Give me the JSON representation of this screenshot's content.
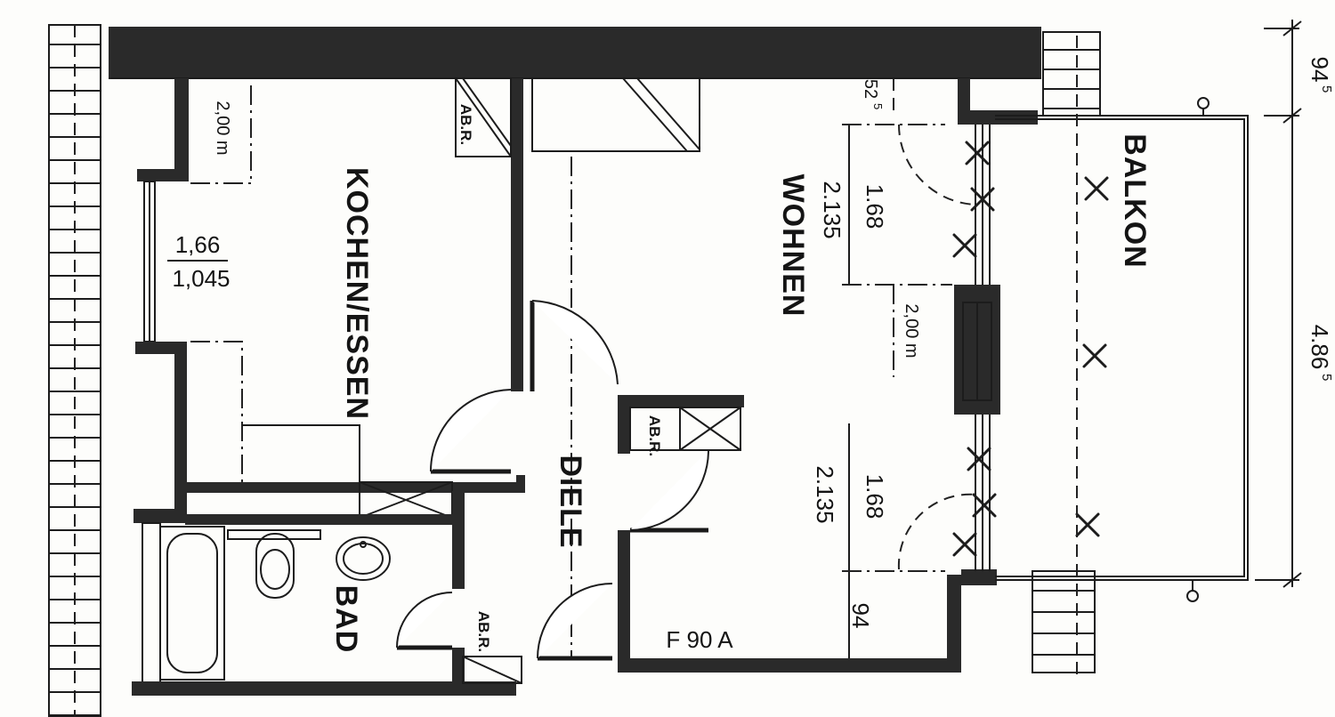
{
  "rooms": {
    "kochen_essen": "KOCHEN/ESSEN",
    "wohnen": "WOHNEN",
    "balkon": "BALKON",
    "diele": "DIELE",
    "bad": "BAD"
  },
  "dimensions": {
    "kitchen_window_top": "1,66",
    "kitchen_window_bottom": "1,045",
    "kitchen_height_top": "2,00 m",
    "living_height_right": "2,00 m",
    "living_window_top_1": "1.68",
    "living_window_top_2": "2.135",
    "living_window_bottom_1": "1.68",
    "living_window_bottom_2": "2.135",
    "living_offset_top": "52",
    "living_offset_top_sup": "5",
    "living_offset_bottom": "94",
    "balcony_depth": "94",
    "balcony_depth_sup": "5",
    "balcony_width": "4.86",
    "balcony_width_sup": "5"
  },
  "annotations": {
    "abr_kitchen": "AB.R.",
    "abr_center": "AB.R.",
    "abr_bath": "AB.R.",
    "fire_door": "F 90 A"
  },
  "colors": {
    "wall": "#2a2a2a",
    "line": "#1c1c1c",
    "paper": "#fdfdfb"
  }
}
